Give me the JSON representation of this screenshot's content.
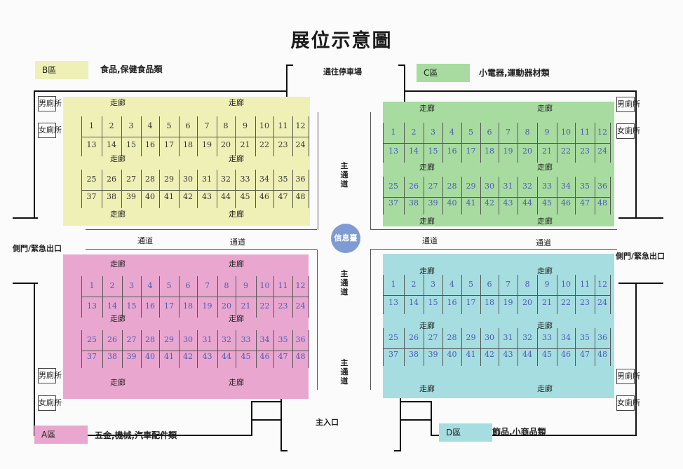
{
  "title": "展位示意圖",
  "corridor_label": "走廊",
  "booths_row1": [
    "1",
    "2",
    "3",
    "4",
    "5",
    "6",
    "7",
    "8",
    "9",
    "10",
    "11",
    "12"
  ],
  "booths_row2": [
    "13",
    "14",
    "15",
    "16",
    "17",
    "18",
    "19",
    "20",
    "21",
    "22",
    "23",
    "24"
  ],
  "booths_row3": [
    "25",
    "26",
    "27",
    "28",
    "29",
    "30",
    "31",
    "32",
    "33",
    "34",
    "35",
    "36"
  ],
  "booths_row4": [
    "37",
    "38",
    "39",
    "40",
    "41",
    "42",
    "43",
    "44",
    "45",
    "46",
    "47",
    "48"
  ],
  "zones": {
    "A": {
      "name": "A區",
      "desc": "五金,機械,汽車配件類",
      "color": "#e9a7cf"
    },
    "B": {
      "name": "B區",
      "desc": "食品,保健食品類",
      "color": "#eef0b6"
    },
    "C": {
      "name": "C區",
      "desc": "小電器,運動器材類",
      "color": "#a8dba0"
    },
    "D": {
      "name": "D區",
      "desc": "飾品,小商品類",
      "color": "#a6dde0"
    }
  },
  "labels": {
    "parking": "通往停車場",
    "main_entrance": "主入口",
    "side_door": "側門/緊急出口",
    "main_passage": "主通道",
    "passage": "通道",
    "info_desk": "信息臺",
    "mens_toilet": "男廁所",
    "womens_toilet": "女廁所"
  }
}
